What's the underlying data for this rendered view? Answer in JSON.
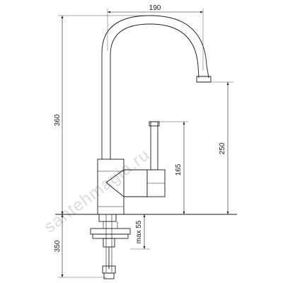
{
  "dimensions": {
    "spout_reach": "190",
    "total_height": "360",
    "spout_height": "250",
    "handle_height": "165",
    "below_deck": "350",
    "max_thickness": "max 55"
  },
  "watermark": "santehmagia.ru",
  "colors": {
    "line": "#1a1a1a",
    "watermark": "#d7dde3"
  }
}
